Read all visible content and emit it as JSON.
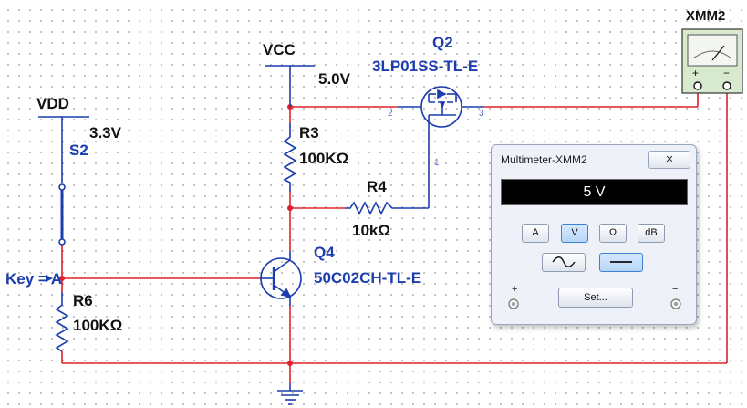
{
  "instrument": {
    "name": "XMM2",
    "plus": "+",
    "minus": "−"
  },
  "schematic": {
    "vcc": {
      "label": "VCC",
      "value": "5.0V"
    },
    "vdd": {
      "label": "VDD",
      "value": "3.3V"
    },
    "switch": {
      "label": "S2"
    },
    "key": {
      "label": "Key = A"
    },
    "r3": {
      "label": "R3",
      "value": "100KΩ"
    },
    "r4": {
      "label": "R4",
      "value": "10kΩ"
    },
    "r6": {
      "label": "R6",
      "value": "100KΩ"
    },
    "q2": {
      "label": "Q2",
      "part": "3LP01SS-TL-E",
      "pin_left": "2",
      "pin_right": "3",
      "pin_gate": "1"
    },
    "q4": {
      "label": "Q4",
      "part": "50C02CH-TL-E"
    }
  },
  "multimeter": {
    "title": "Multimeter-XMM2",
    "reading": "5 V",
    "buttons": {
      "amps": "A",
      "volts": "V",
      "ohms": "Ω",
      "db": "dB"
    },
    "set_label": "Set...",
    "plus": "+",
    "minus": "−"
  },
  "colors": {
    "wire": "#e0202a",
    "component": "#1c3db0",
    "label_blue": "#1c3db0"
  }
}
